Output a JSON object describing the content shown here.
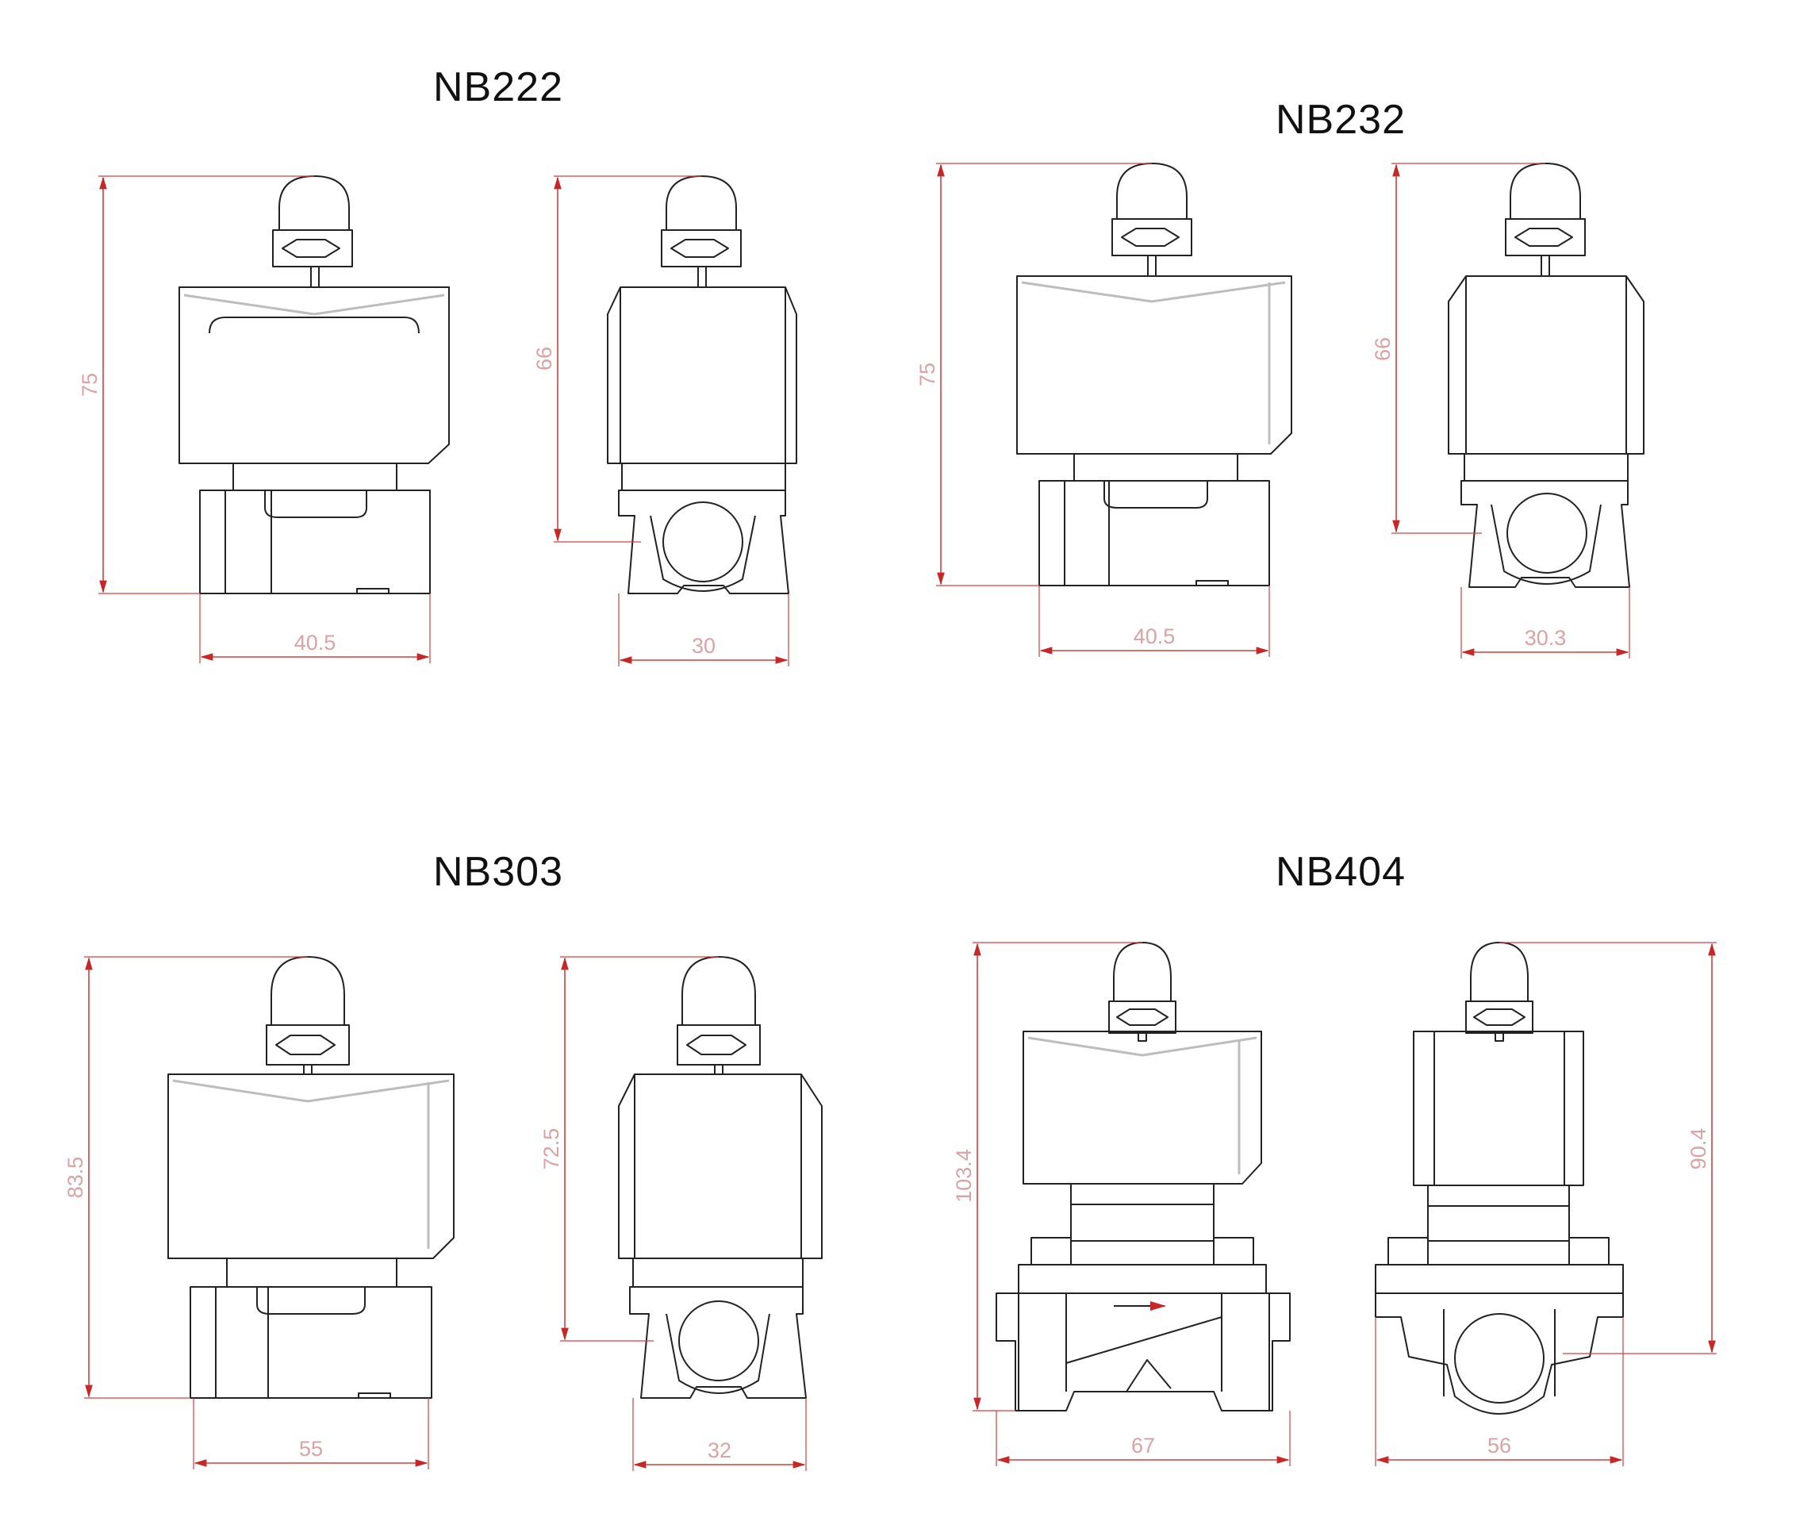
{
  "models": [
    {
      "name": "NB222",
      "front": {
        "height": "75",
        "width": "40.5"
      },
      "side": {
        "height": "66",
        "width": "30"
      }
    },
    {
      "name": "NB232",
      "front": {
        "height": "75",
        "width": "40.5"
      },
      "side": {
        "height": "66",
        "width": "30.3"
      }
    },
    {
      "name": "NB303",
      "front": {
        "height": "83.5",
        "width": "55"
      },
      "side": {
        "height": "72.5",
        "width": "32"
      }
    },
    {
      "name": "NB404",
      "front": {
        "height": "103.4",
        "width": "67"
      },
      "side": {
        "height": "90.4",
        "width": "56"
      }
    }
  ],
  "colors": {
    "dimension_line": "#d04040",
    "outline": "#222222",
    "label_text": "#111111"
  }
}
